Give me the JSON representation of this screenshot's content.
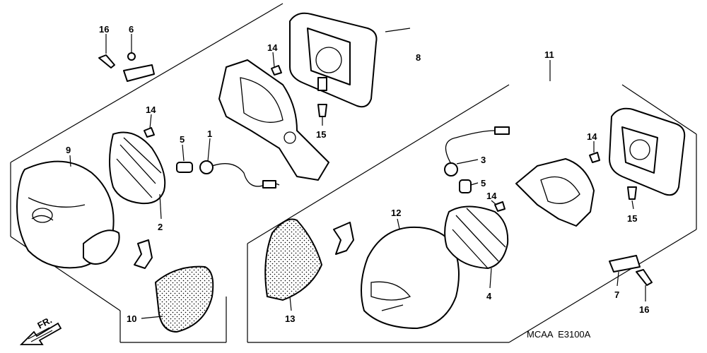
{
  "callouts": {
    "c1": "1",
    "c2": "2",
    "c3": "3",
    "c4": "4",
    "c5a": "5",
    "c5b": "5",
    "c6": "6",
    "c7": "7",
    "c8": "8",
    "c9": "9",
    "c10": "10",
    "c11": "11",
    "c12": "12",
    "c13": "13",
    "c14a": "14",
    "c14b": "14",
    "c14c": "14",
    "c14d": "14",
    "c15a": "15",
    "c15b": "15",
    "c16a": "16",
    "c16b": "16"
  },
  "direction_label": "FR.",
  "diagram_code": "MCAA  E3100A"
}
